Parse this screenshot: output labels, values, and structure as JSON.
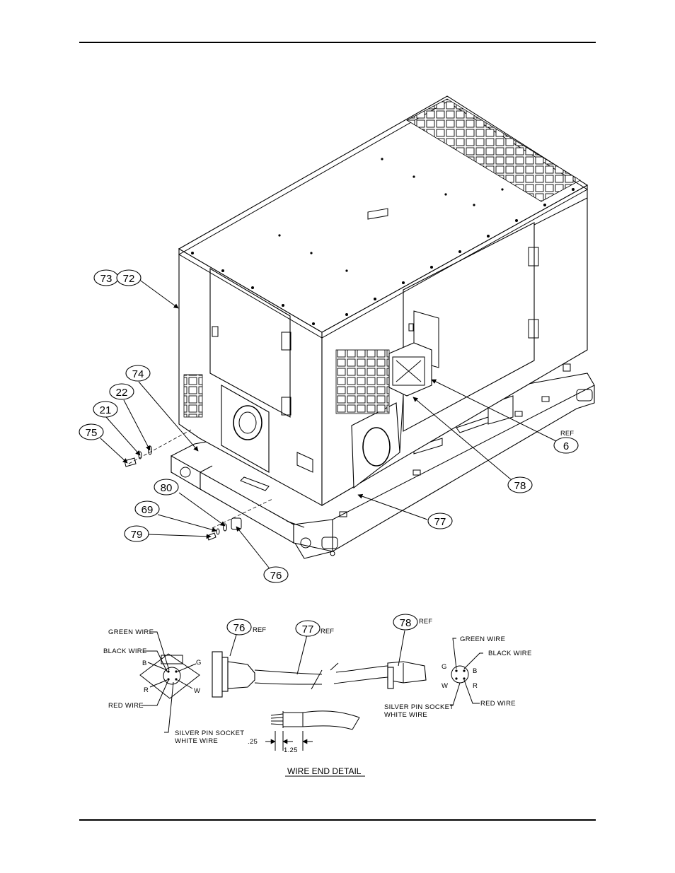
{
  "callouts": {
    "c73": "73",
    "c72": "72",
    "c74": "74",
    "c22": "22",
    "c21": "21",
    "c75": "75",
    "c80": "80",
    "c69": "69",
    "c79": "79",
    "c76": "76",
    "c77": "77",
    "c78": "78",
    "c6": "6",
    "d76": "76",
    "d77": "77",
    "d78": "78"
  },
  "ref": "REF",
  "left_connector": {
    "green_wire": "GREEN WIRE",
    "black_wire": "BLACK WIRE",
    "red_wire": "RED WIRE",
    "silver_pin": "SILVER PIN SOCKET",
    "white_wire": "WHITE WIRE",
    "pin_b": "B",
    "pin_g": "G",
    "pin_r": "R",
    "pin_w": "W"
  },
  "right_connector": {
    "green_wire": "GREEN WIRE",
    "black_wire": "BLACK WIRE",
    "red_wire": "RED WIRE",
    "silver_pin": "SILVER PIN SOCKET",
    "white_wire": "WHITE WIRE",
    "pin_g": "G",
    "pin_b": "B",
    "pin_w": "W",
    "pin_r": "R"
  },
  "wire_end": {
    "dim_strip": ".25",
    "dim_jacket": "1.25",
    "title": "WIRE END DETAIL"
  }
}
